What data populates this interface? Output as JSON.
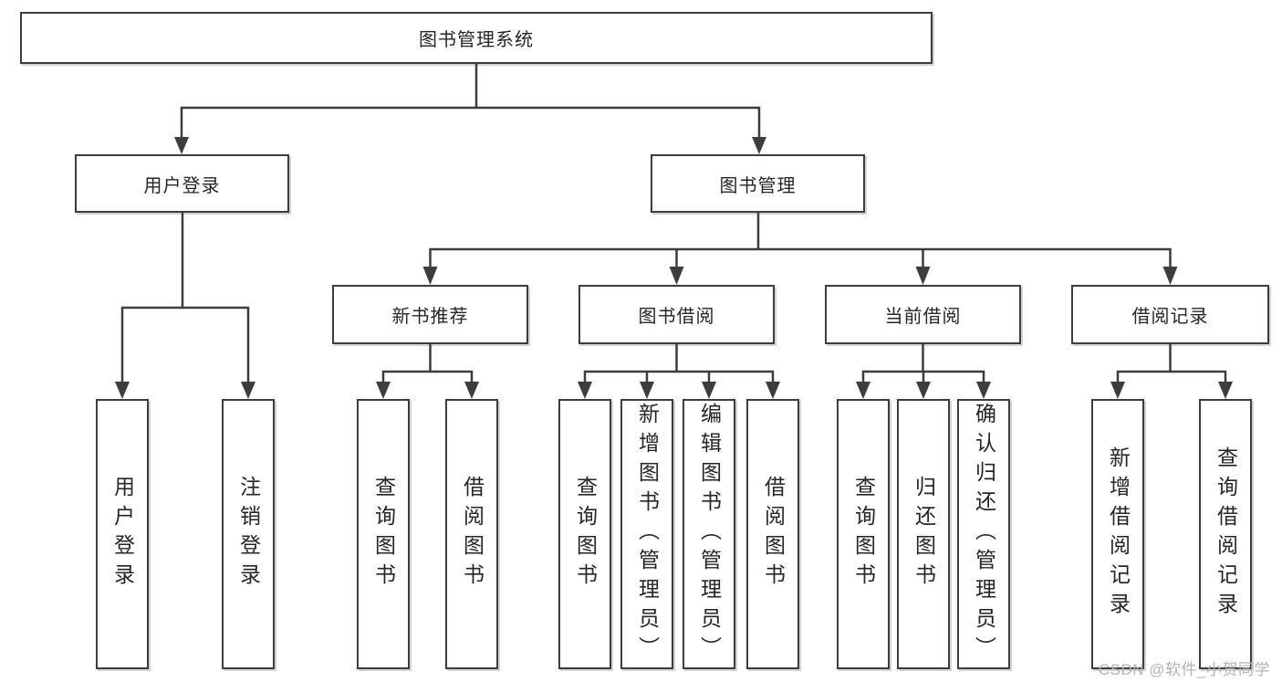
{
  "tree": {
    "label": "图书管理系统",
    "children": [
      {
        "label": "用户登录",
        "children": [
          {
            "label": "用户登录"
          },
          {
            "label": "注销登录"
          }
        ]
      },
      {
        "label": "图书管理",
        "children": [
          {
            "label": "新书推荐",
            "children": [
              {
                "label": "查询图书"
              },
              {
                "label": "借阅图书"
              }
            ]
          },
          {
            "label": "图书借阅",
            "children": [
              {
                "label": "查询图书"
              },
              {
                "label": "新增图书（管理员）"
              },
              {
                "label": "编辑图书（管理员）"
              },
              {
                "label": "借阅图书"
              }
            ]
          },
          {
            "label": "当前借阅",
            "children": [
              {
                "label": "查询图书"
              },
              {
                "label": "归还图书"
              },
              {
                "label": "确认归还（管理员）"
              }
            ]
          },
          {
            "label": "借阅记录",
            "children": [
              {
                "label": "新增借阅记录"
              },
              {
                "label": "查询借阅记录"
              }
            ]
          }
        ]
      }
    ]
  },
  "watermark": {
    "text": "CSDN @软件_小贺同学"
  },
  "colors": {
    "line": "#3d3d3d",
    "border": "#3d3d3d",
    "text": "#262626",
    "background": "#ffffff",
    "watermark": "#b3b3b3"
  }
}
